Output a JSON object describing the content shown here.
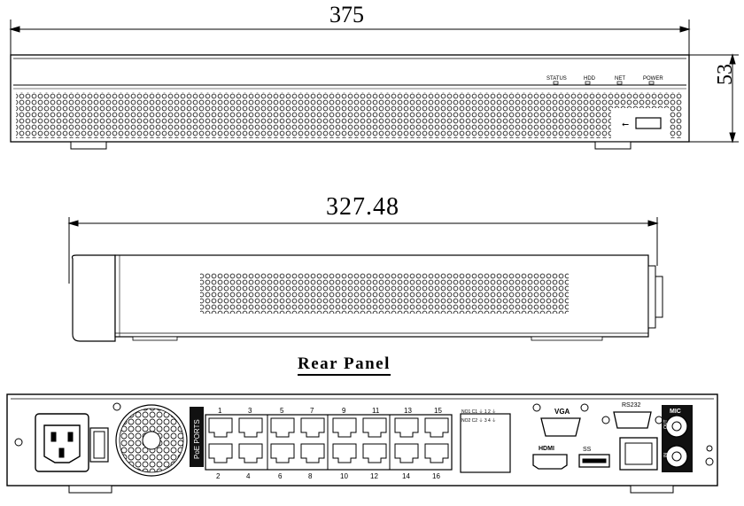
{
  "dimensions": {
    "front_width": "375",
    "side_width": "327.48",
    "height": "53"
  },
  "rear_panel_title": "Rear Panel",
  "front_indicators": [
    "STATUS",
    "HDD",
    "NET",
    "POWER"
  ],
  "rear_labels": {
    "poe_ports": "PoE PORTS",
    "port_numbers_top": [
      "1",
      "3",
      "5",
      "7",
      "9",
      "11",
      "13",
      "15"
    ],
    "port_numbers_bottom": [
      "2",
      "4",
      "6",
      "8",
      "10",
      "12",
      "14",
      "16"
    ],
    "vga": "VGA",
    "rs232": "RS232",
    "mic": "MIC",
    "hdmi": "HDMI",
    "usb": "SS",
    "out": "OUT",
    "in": "IN",
    "alarm_row1": "NO1 C1 ⏚ 1 2 ⏚",
    "alarm_row2": "NO2 C2 ⏚ 3 4 ⏚"
  }
}
